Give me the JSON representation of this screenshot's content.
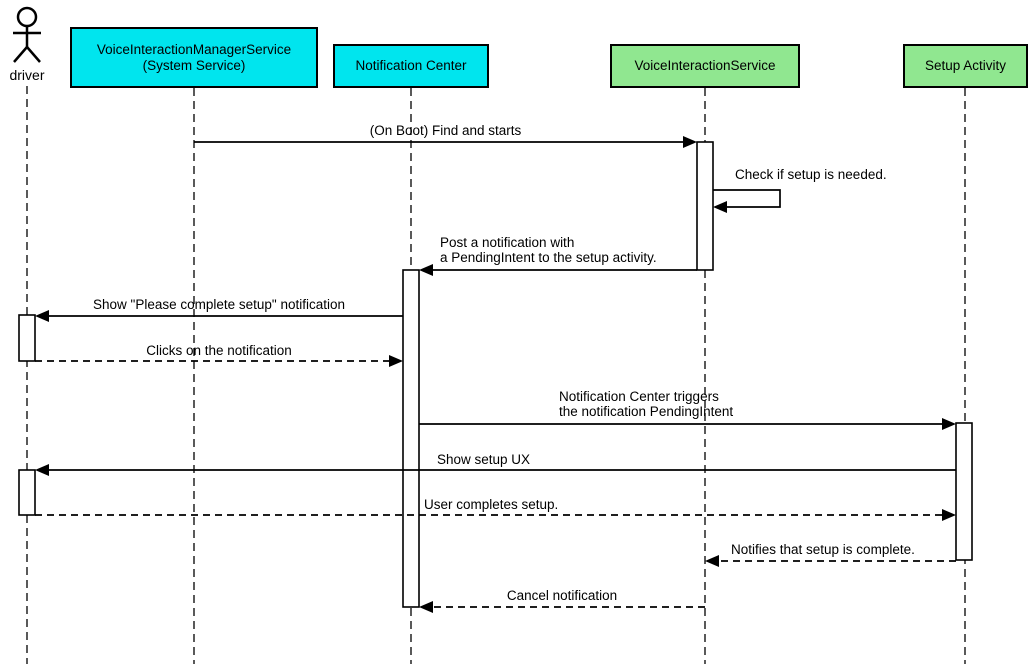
{
  "diagram": {
    "type": "uml-sequence-diagram",
    "colors": {
      "system_service_fill": "#00E5EE",
      "app_service_fill": "#90E790",
      "line": "#000000",
      "background": "#FFFFFF"
    },
    "actor": {
      "name": "driver"
    },
    "participants": [
      {
        "id": "voice-interaction-manager-service",
        "label_line1": "VoiceInteractionManagerService",
        "label_line2": "(System Service)",
        "fill": "#00E5EE"
      },
      {
        "id": "notification-center",
        "label": "Notification Center",
        "fill": "#00E5EE"
      },
      {
        "id": "voice-interaction-service",
        "label": "VoiceInteractionService",
        "fill": "#90E790"
      },
      {
        "id": "setup-activity",
        "label": "Setup Activity",
        "fill": "#90E790"
      }
    ],
    "messages": [
      {
        "from": "VoiceInteractionManagerService",
        "to": "VoiceInteractionService",
        "style": "solid",
        "label": "(On Boot) Find and starts"
      },
      {
        "from": "VoiceInteractionService",
        "to": "VoiceInteractionService",
        "style": "solid",
        "label": "Check if setup is needed."
      },
      {
        "from": "VoiceInteractionService",
        "to": "Notification Center",
        "style": "solid",
        "label_line1": "Post a notification with",
        "label_line2": "a PendingIntent to the setup activity."
      },
      {
        "from": "Notification Center",
        "to": "driver",
        "style": "solid",
        "label": "Show \"Please complete setup\" notification"
      },
      {
        "from": "driver",
        "to": "Notification Center",
        "style": "dashed",
        "label": "Clicks on the notification"
      },
      {
        "from": "Notification Center",
        "to": "Setup Activity",
        "style": "solid",
        "label_line1": "Notification Center triggers",
        "label_line2": "the notification PendingIntent"
      },
      {
        "from": "Setup Activity",
        "to": "driver",
        "style": "solid",
        "label": "Show setup UX"
      },
      {
        "from": "driver",
        "to": "Setup Activity",
        "style": "dashed",
        "label": "User completes setup."
      },
      {
        "from": "Setup Activity",
        "to": "VoiceInteractionService",
        "style": "dashed",
        "label": "Notifies that setup is complete."
      },
      {
        "from": "VoiceInteractionService",
        "to": "Notification Center",
        "style": "dashed",
        "label": "Cancel notification"
      }
    ]
  }
}
